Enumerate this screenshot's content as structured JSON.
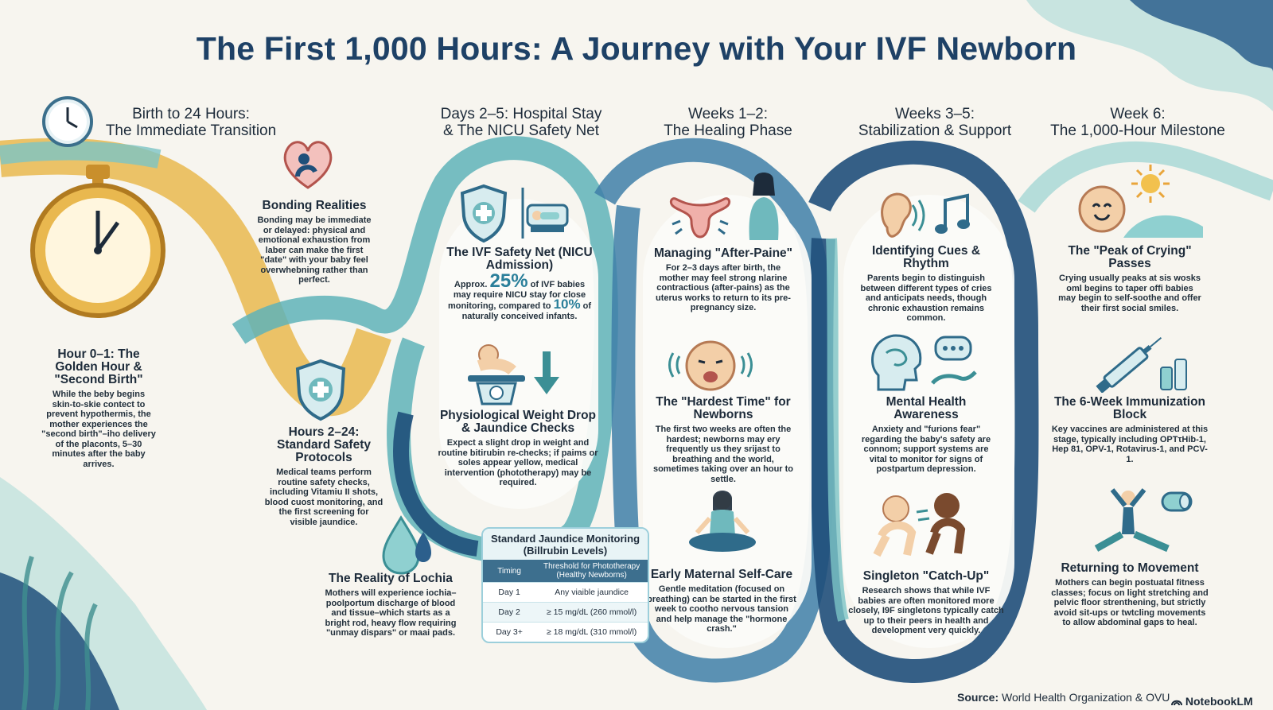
{
  "title": "The First 1,000 Hours: A Journey with Your IVF Newborn",
  "phases": [
    {
      "line1": "Birth to 24 Hours:",
      "line2": "The Immediate Transition"
    },
    {
      "line1": "Days 2–5: Hospital Stay",
      "line2": "& The NICU Safety Net"
    },
    {
      "line1": "Weeks 1–2:",
      "line2": "The Healing Phase"
    },
    {
      "line1": "Weeks 3–5:",
      "line2": "Stabilization & Support"
    },
    {
      "line1": "Week 6:",
      "line2": "The 1,000-Hour Milestone"
    }
  ],
  "cards": {
    "bonding": {
      "title": "Bonding Realities",
      "body": "Bonding may be immediate or delayed: physical and emotional exhaustion from laber can make the first \"date\" with your baby feel overwhebning rather than perfect."
    },
    "golden_hour": {
      "title": "Hour 0–1: The Golden Hour & \"Second Birth\"",
      "body": "While the beby begins skin-to-skie contect to prevent hypothermis, the mother experiences the \"second birth\"–iho delivery of the placonts, 5–30 minutes after the baby arrives."
    },
    "safety": {
      "title": "Hours 2–24: Standard Safety Protocols",
      "body": "Medical teams perform routine safety checks, including Vitamiu II shots, blood cuost monitoring, and the first screening for visible jaundice."
    },
    "lochia": {
      "title": "The Reality of Lochia",
      "body": "Mothers will experience iochia–poolportum discharge of blood and tissue–which starts as a bright rod, heavy flow requiring \"unmay dispars\" or maai pads."
    },
    "nicu": {
      "title": "The IVF Safety Net (NICU Admission)",
      "pre1": "Approx.",
      "stat1": "25%",
      "mid1": "of IVF babies may require NICU stay for close monitoring, compared to",
      "stat2": "10%",
      "post2": "of naturally conceived infants."
    },
    "weight": {
      "title": "Physiological Weight Drop & Jaundice Checks",
      "body": "Expect a slight drop in weight and routine bitirubin re-checks; if paims or soles appear yellow, medical intervention (phototherapy) may be required."
    },
    "afterpains": {
      "title": "Managing \"After-Paine\"",
      "body": "For 2–3 days after birth, the mother may feel strong nlarine contractious (after-pains) as the uterus works to return to its pre-pregnancy size."
    },
    "hardest": {
      "title": "The \"Hardest Time\" for Newborns",
      "body": "The first two weeks are often the hardest; newborns may ery frequently us they srijast to breathing and the world, sometimes taking over an hour to settle."
    },
    "selfcare": {
      "title": "Early Maternal Self-Care",
      "body": "Gentle meditation (focused on breathing) can be started in the first week to cootho nervous tansion and help manage the \"hormone crash.\""
    },
    "cues": {
      "title": "Identifying Cues & Rhythm",
      "body": "Parents begin to distinguish between different types of cries and anticipats needs, though chronic exhaustion remains common."
    },
    "mental": {
      "title": "Mental Health Awareness",
      "body": "Anxiety and \"furions fear\" regarding the baby's safety are connom; support systems are vital to monitor for signs of postpartum depression."
    },
    "singleton": {
      "title": "Singleton \"Catch-Up\"",
      "body": "Research shows that while IVF babies are often monitored more closely, I9F singletons typically catch up to their peers in health and development very quickly."
    },
    "crying": {
      "title": "The \"Peak of Crying\" Passes",
      "body": "Crying usually peaks at sis wosks oml begins to taper offi babies may begin to self-soothe and offer their first social smiles."
    },
    "immunization": {
      "title": "The 6-Week Immunization Block",
      "body": "Key vaccines are administered at this stage, typically including OPTτHib-1, Hep 81, OPV-1, Rotavirus-1, and PCV-1."
    },
    "movement": {
      "title": "Returning to Movement",
      "body": "Mothers can begin postuatal fitness classes; focus on light stretching and pelvic floor strenthening, but strictly avoid sit-ups or twtcling movements to allow abdominal gaps to heal."
    }
  },
  "table": {
    "caption": "Standard Jaundice Monitoring (Billrubin Levels)",
    "headers": [
      "Timing",
      "Threshold for Phototherapy (Healthy Newborns)"
    ],
    "rows": [
      [
        "Day 1",
        "Any viaible jaundice"
      ],
      [
        "Day 2",
        "≥ 15 mg/dL (260 mmol/l)"
      ],
      [
        "Day 3+",
        "≥ 18 mg/dL (310 mmol/l)"
      ]
    ]
  },
  "footer": {
    "source_label": "Source:",
    "source_text": "World Health Organization & OVU",
    "brand": "NotebookLM"
  },
  "icons": [
    "wall-clock-icon",
    "stopwatch-icon",
    "heart-embrace-icon",
    "shield-cross-icon",
    "water-drop-icon",
    "incubator-icon",
    "baby-scale-icon",
    "down-arrow-icon",
    "uterus-icon",
    "mother-icon",
    "crying-baby-icon",
    "meditation-icon",
    "ear-icon",
    "music-note-icon",
    "head-icon",
    "chat-hand-icon",
    "crawling-babies-icon",
    "baby-face-icon",
    "sun-icon",
    "syringe-icon",
    "yoga-icon",
    "yoga-mat-icon",
    "notebooklm-icon"
  ],
  "colors": {
    "title": "#1e4166",
    "ribbon_gold": "#e9b84f",
    "ribbon_teal": "#5fb3b8",
    "ribbon_navy": "#1f4f7a",
    "accent": "#2a7f9a",
    "background": "#f7f5ef"
  }
}
